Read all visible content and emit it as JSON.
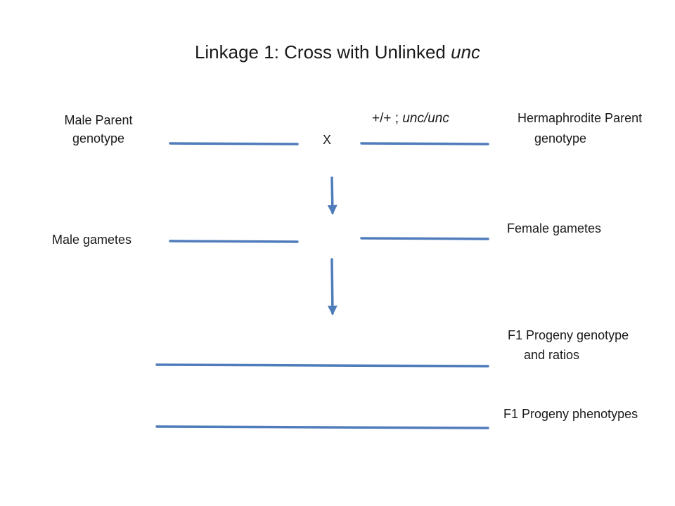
{
  "title": {
    "prefix": "Linkage 1:  Cross with Unlinked ",
    "italic": "unc"
  },
  "cross_symbol": "X",
  "hermaphrodite_genotype": {
    "plain": "+/+ ; ",
    "italic": "unc/unc"
  },
  "labels": {
    "male_parent_line1": "Male Parent",
    "male_parent_line2": "genotype",
    "herm_parent_line1": "Hermaphrodite Parent",
    "herm_parent_line2": "genotype",
    "male_gametes": "Male gametes",
    "female_gametes": "Female gametes",
    "f1_genotype_line1": "F1 Progeny genotype",
    "f1_genotype_line2": "and ratios",
    "f1_phenotypes": "F1 Progeny phenotypes"
  },
  "colors": {
    "line": "#4f7cba",
    "text": "#1a1a1a"
  }
}
